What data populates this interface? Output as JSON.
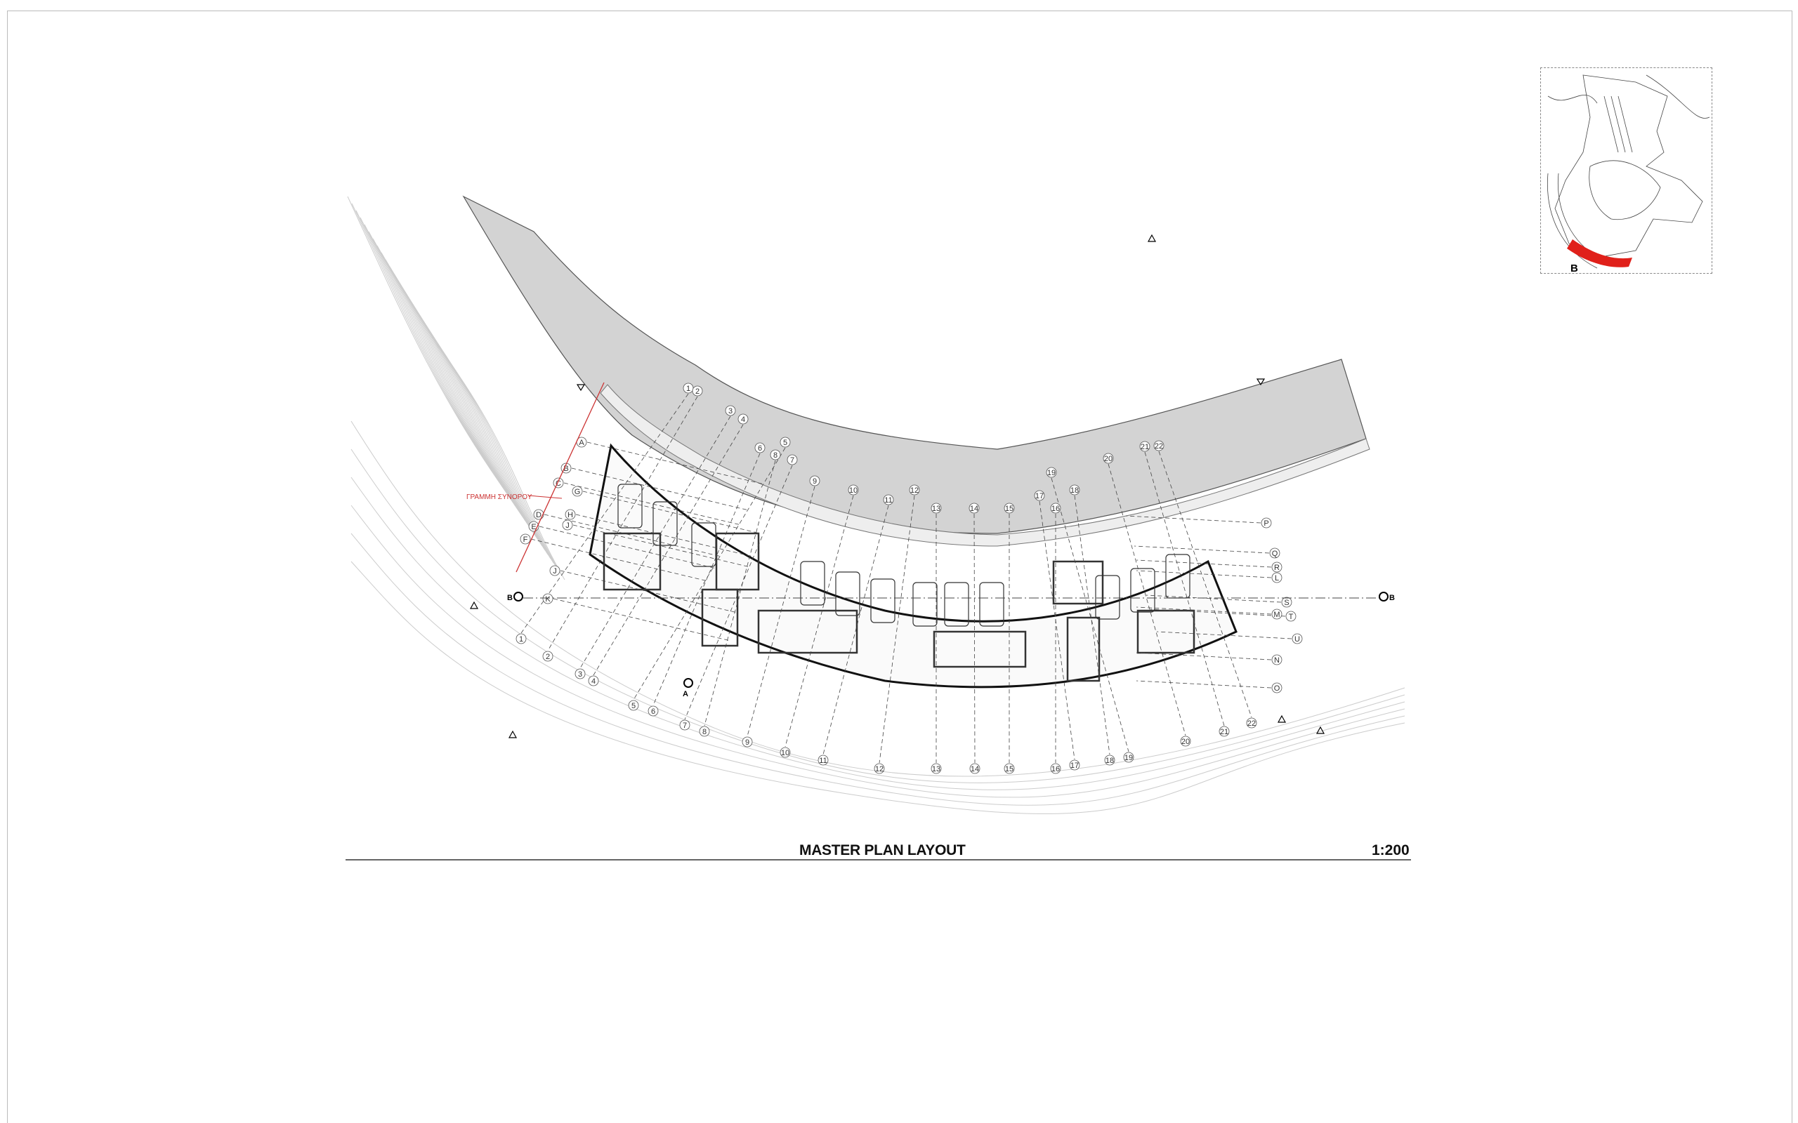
{
  "drawing": {
    "title": "MASTER PLAN LAYOUT",
    "scale": "1:200",
    "boundary_label": "ΓΡΑΜΜΗ ΣΥΝΟΡΟΥ",
    "section_markers": [
      "B",
      "B",
      "A"
    ],
    "grid_rows": [
      "A",
      "B",
      "C",
      "G",
      "D",
      "E",
      "F",
      "H",
      "J",
      "J",
      "K",
      "P",
      "Q",
      "R",
      "L",
      "S",
      "T",
      "M",
      "U",
      "N",
      "O"
    ],
    "grid_columns": [
      "1",
      "2",
      "3",
      "4",
      "5",
      "6",
      "7",
      "8",
      "9",
      "10",
      "11",
      "12",
      "13",
      "14",
      "15",
      "16",
      "17",
      "18",
      "19",
      "20",
      "21",
      "22"
    ],
    "key_plan": {
      "marker": "B",
      "highlight_color": "#e0201a"
    }
  }
}
